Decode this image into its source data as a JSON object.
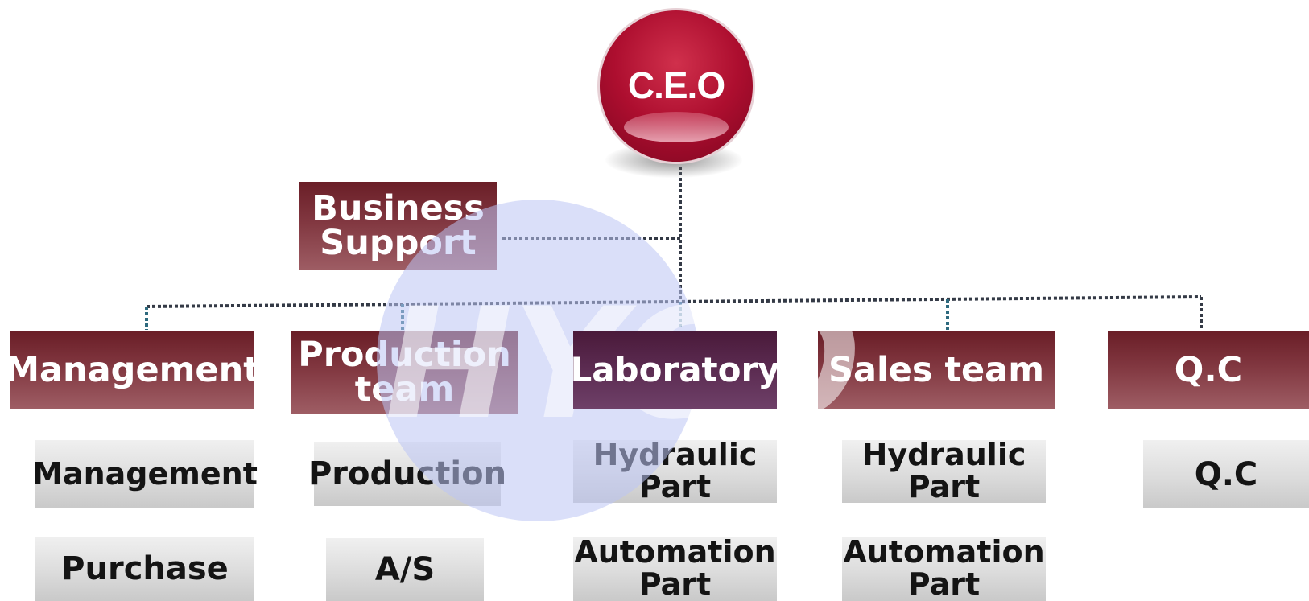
{
  "ceo": {
    "label": "C.E.O"
  },
  "business_support": {
    "label_line1": "Business",
    "label_line2": "Support"
  },
  "watermark": {
    "text": "HYCO"
  },
  "departments": [
    {
      "label_line1": "Management",
      "label_line2": "",
      "items": [
        {
          "label_line1": "Management",
          "label_line2": ""
        },
        {
          "label_line1": "Purchase",
          "label_line2": ""
        }
      ]
    },
    {
      "label_line1": "Production",
      "label_line2": "team",
      "items": [
        {
          "label_line1": "Production",
          "label_line2": ""
        },
        {
          "label_line1": "A/S",
          "label_line2": ""
        }
      ]
    },
    {
      "label_line1": "Laboratory",
      "label_line2": "",
      "items": [
        {
          "label_line1": "Hydraulic",
          "label_line2": "Part"
        },
        {
          "label_line1": "Automation",
          "label_line2": "Part"
        }
      ]
    },
    {
      "label_line1": "Sales team",
      "label_line2": "",
      "items": [
        {
          "label_line1": "Hydraulic",
          "label_line2": "Part"
        },
        {
          "label_line1": "Automation",
          "label_line2": "Part"
        }
      ]
    },
    {
      "label_line1": "Q.C",
      "label_line2": "",
      "items": [
        {
          "label_line1": "Q.C",
          "label_line2": ""
        }
      ]
    }
  ],
  "colors": {
    "ceo_red": "#ad0e2f",
    "dept_maroon": "#7a2a33",
    "item_gray": "#d9d9d9",
    "connector": "#343a46",
    "watermark": "#bcc4f4"
  }
}
